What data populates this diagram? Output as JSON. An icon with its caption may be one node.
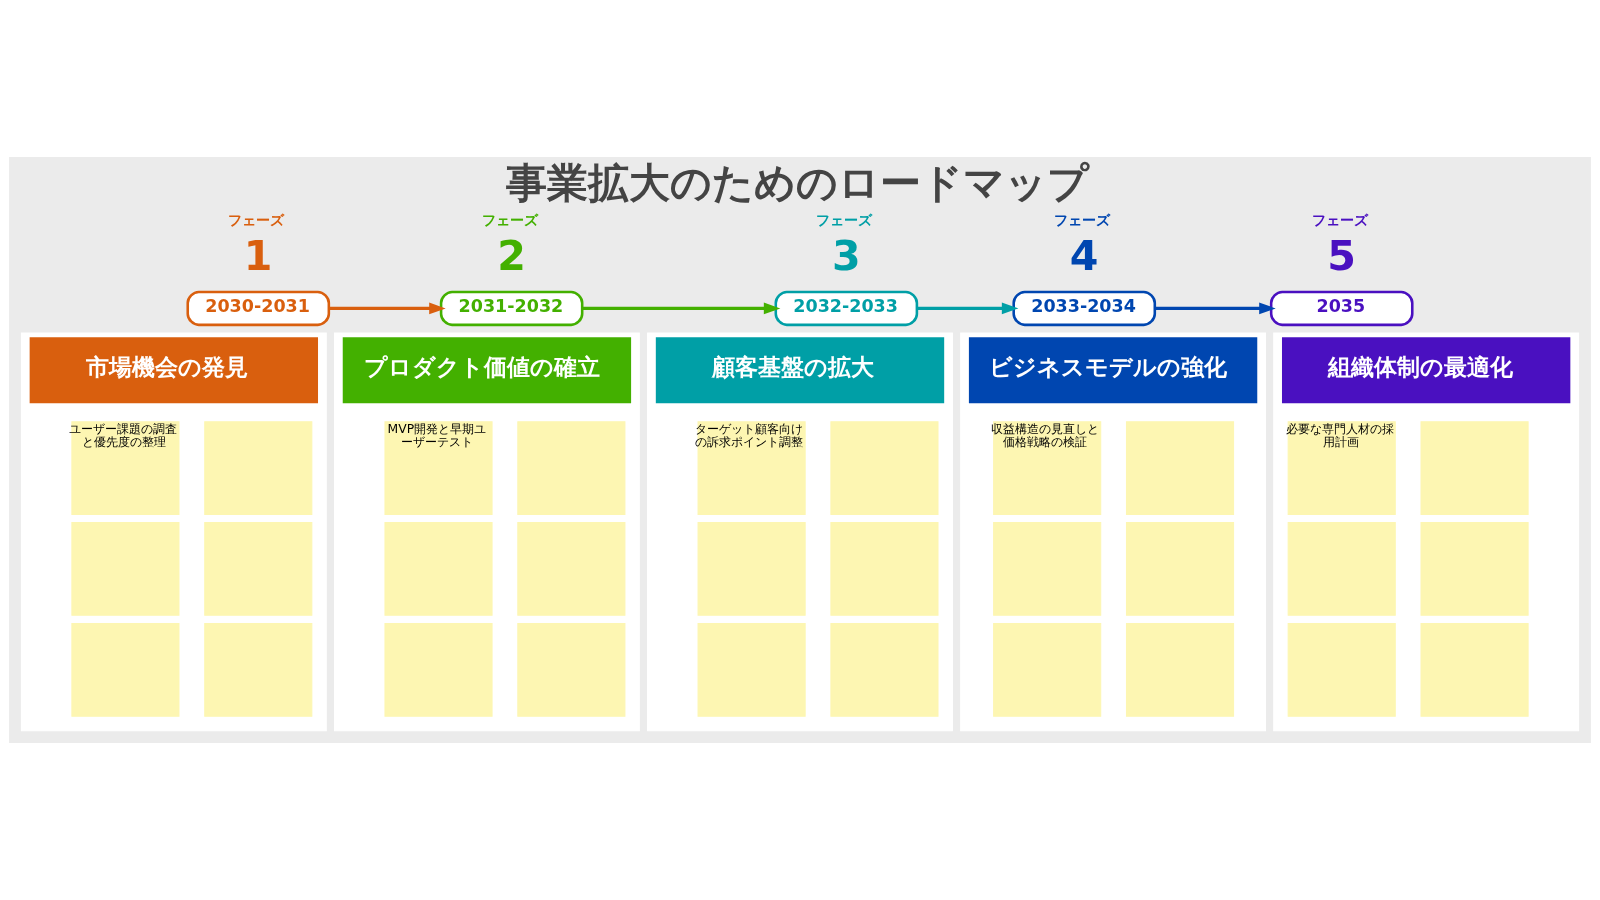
{
  "diagram": {
    "title": "事業拡大のためのロードマップ",
    "nodes": [
      {
        "text": [
          "2030-2031"
        ],
        "beside": [
          "フェーズ",
          "1"
        ]
      },
      {
        "text": [
          "市場機会の発見"
        ]
      },
      {
        "text": [
          "ユーザー課題の調査と優先度の整理"
        ],
        "in": 1
      },
      {
        "text": [],
        "shape": "box",
        "in": 1
      },
      {
        "text": [],
        "shape": "box",
        "in": 1
      },
      {
        "text": [],
        "shape": "box",
        "in": 1
      },
      {
        "text": [],
        "shape": "box",
        "in": 1
      },
      {
        "text": [],
        "shape": "box",
        "in": 1
      },
      {
        "text": [
          "2031-2032"
        ],
        "beside": [
          "フェーズ",
          "2"
        ]
      },
      {
        "text": [
          "プロダクト価値の確立"
        ]
      },
      {
        "text": [
          "MVP開発と早期ユーザーテスト"
        ],
        "in": 9
      },
      {
        "text": [],
        "shape": "box",
        "in": 9
      },
      {
        "text": [],
        "shape": "box",
        "in": 9
      },
      {
        "text": [],
        "shape": "box",
        "in": 9
      },
      {
        "text": [],
        "shape": "box",
        "in": 9
      },
      {
        "text": [],
        "shape": "box",
        "in": 9
      },
      {
        "text": [
          "2032-2033"
        ],
        "beside": [
          "フェーズ",
          "3"
        ]
      },
      {
        "text": [
          "顧客基盤の拡大"
        ]
      },
      {
        "text": [
          "ターゲット顧客向けの訴求ポイント調整"
        ],
        "in": 17
      },
      {
        "text": [],
        "shape": "box",
        "in": 17
      },
      {
        "text": [],
        "shape": "box",
        "in": 17
      },
      {
        "text": [],
        "shape": "box",
        "in": 17
      },
      {
        "text": [],
        "shape": "box",
        "in": 17
      },
      {
        "text": [],
        "shape": "box",
        "in": 17
      },
      {
        "text": [
          "2033-2034"
        ],
        "beside": [
          "フェーズ",
          "4"
        ]
      },
      {
        "text": [
          "ビジネスモデルの強化"
        ]
      },
      {
        "text": [
          "収益構造の見直しと価格戦略の検証"
        ],
        "in": 25
      },
      {
        "text": [],
        "shape": "box",
        "in": 25
      },
      {
        "text": [],
        "shape": "box",
        "in": 25
      },
      {
        "text": [],
        "shape": "box",
        "in": 25
      },
      {
        "text": [],
        "shape": "box",
        "in": 25
      },
      {
        "text": [],
        "shape": "box",
        "in": 25
      },
      {
        "text": [
          "2035"
        ],
        "beside": [
          "フェーズ",
          "5"
        ]
      },
      {
        "text": [
          "組織体制の最適化"
        ]
      },
      {
        "text": [
          "必要な専門人材の採用計画"
        ],
        "in": 33
      },
      {
        "text": [],
        "shape": "box",
        "in": 33
      },
      {
        "text": [],
        "shape": "box",
        "in": 33
      },
      {
        "text": [],
        "shape": "box",
        "in": 33
      },
      {
        "text": [],
        "shape": "box",
        "in": 33
      },
      {
        "text": [],
        "shape": "box",
        "in": 33
      }
    ],
    "edges": [
      {
        "from": 0,
        "to": 8,
        "arrow": "to",
        "color": "#d95f0e"
      },
      {
        "from": 8,
        "to": 16,
        "arrow": "to",
        "color": "#43b000"
      },
      {
        "from": 16,
        "to": 24,
        "arrow": "to",
        "color": "#009fa6"
      },
      {
        "from": 24,
        "to": 32,
        "arrow": "to",
        "color": "#0046b0"
      }
    ]
  }
}
